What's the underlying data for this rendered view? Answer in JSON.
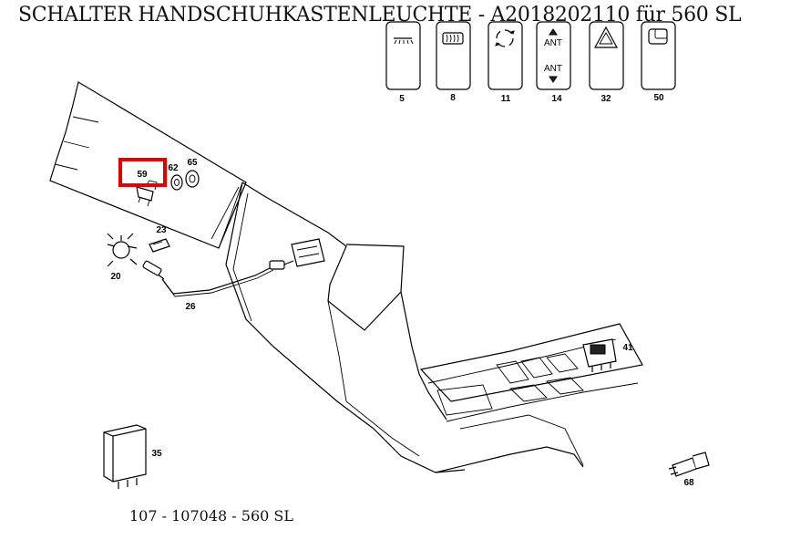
{
  "title": "SCHALTER HANDSCHUHKASTENLEUCHTE - A2018202110 für 560 SL",
  "footer": "107 - 107048 - 560 SL",
  "switch_panel": {
    "ant_up": "ANT",
    "ant_down": "ANT",
    "switches": [
      {
        "number": "5",
        "icon": "light-icon"
      },
      {
        "number": "8",
        "icon": "rear-defrost-icon"
      },
      {
        "number": "11",
        "icon": "recirculation-icon"
      },
      {
        "number": "14",
        "icon": "antenna-icon"
      },
      {
        "number": "32",
        "icon": "hazard-icon"
      },
      {
        "number": "50",
        "icon": "sunroof-icon"
      }
    ]
  },
  "callouts": {
    "p59": "59",
    "p62": "62",
    "p65": "65",
    "p23": "23",
    "p20": "20",
    "p26": "26",
    "p41": "41",
    "p35": "35",
    "p68": "68"
  },
  "highlight": {
    "part": "59",
    "color": "#e00000"
  }
}
